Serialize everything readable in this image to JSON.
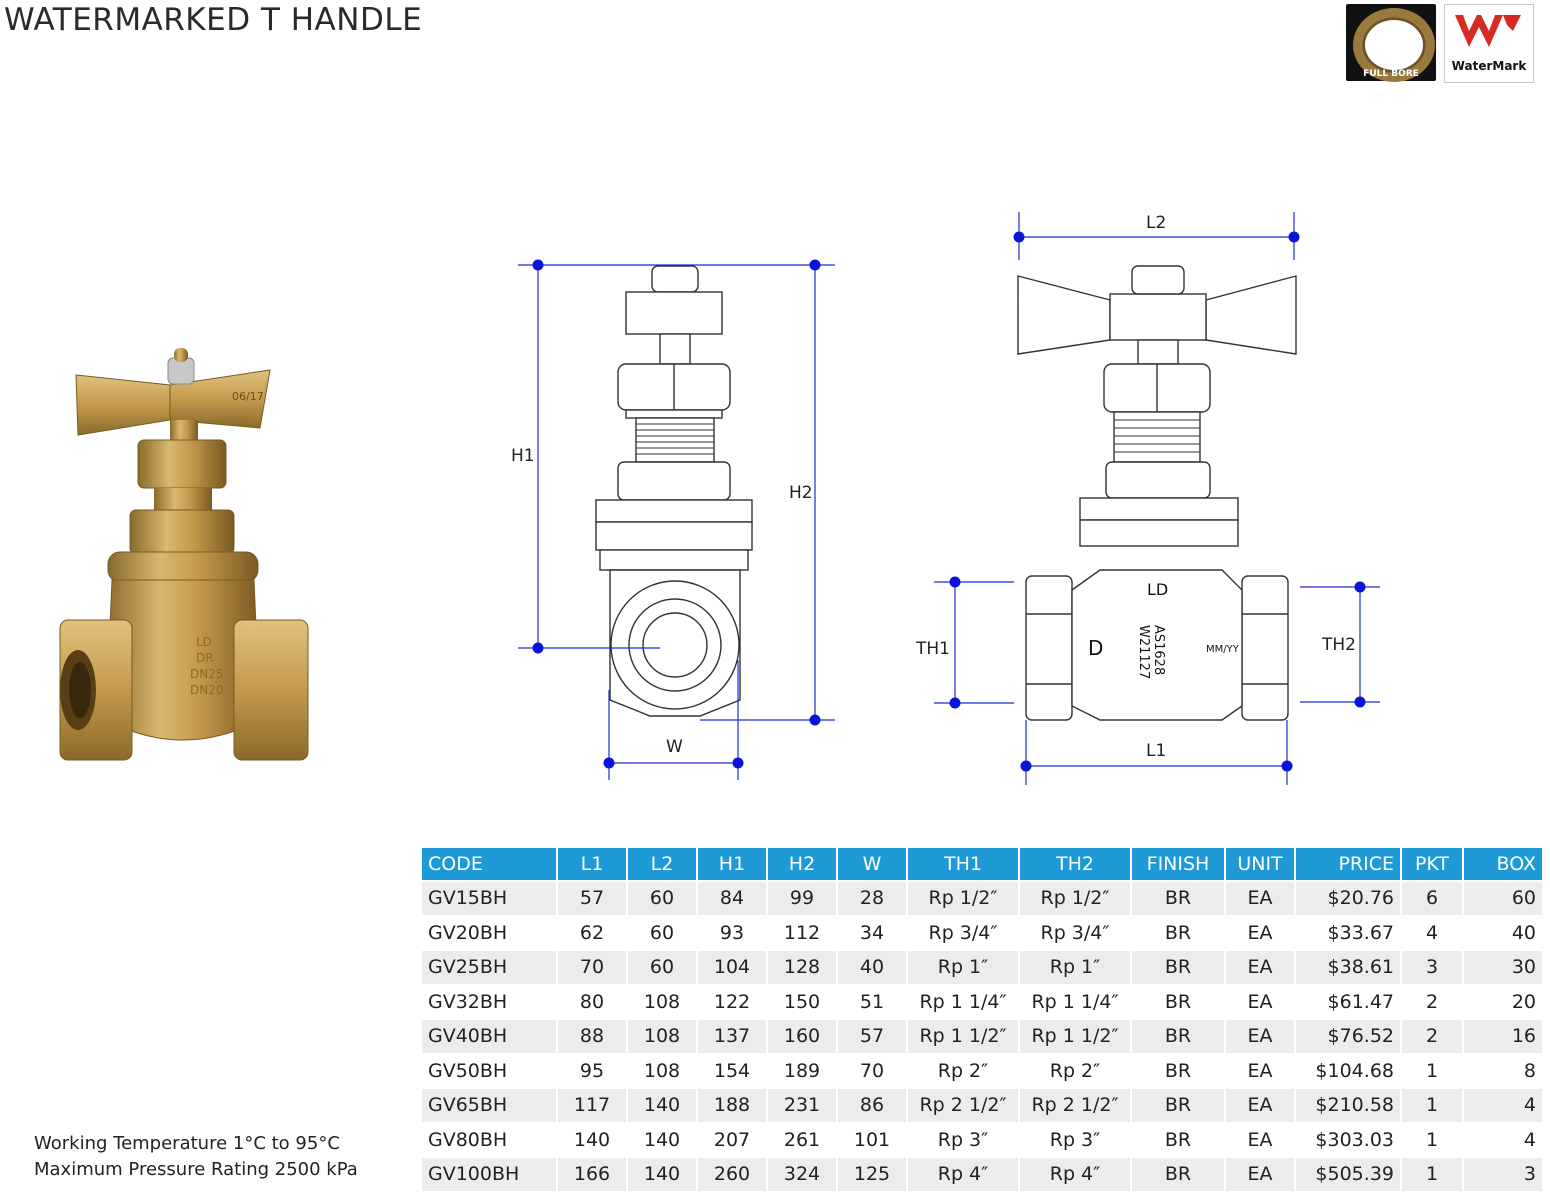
{
  "title": "WATERMARKED T HANDLE",
  "badges": {
    "full_bore": "FULL BORE",
    "watermark": "WaterMark"
  },
  "photo": {
    "handle_stamp": "06/17",
    "body_markings": [
      "LD",
      "DR",
      "DN25",
      "DN20"
    ]
  },
  "diagram": {
    "dims": {
      "h1": "H1",
      "h2": "H2",
      "w": "W",
      "l1": "L1",
      "l2": "L2",
      "th1": "TH1",
      "th2": "TH2"
    },
    "body_markings": {
      "ld": "LD",
      "d": "D",
      "std": "AS1628",
      "lic": "W21127",
      "date": "MM/YY"
    }
  },
  "specs": {
    "temperature": "Working Temperature  1°C to 95°C",
    "pressure": "Maximum Pressure Rating  2500 kPa"
  },
  "table": {
    "headers": [
      "CODE",
      "L1",
      "L2",
      "H1",
      "H2",
      "W",
      "TH1",
      "TH2",
      "FINISH",
      "UNIT",
      "PRICE",
      "PKT",
      "BOX"
    ],
    "rows": [
      [
        "GV15BH",
        "57",
        "60",
        "84",
        "99",
        "28",
        "Rp 1/2″",
        "Rp 1/2″",
        "BR",
        "EA",
        "$20.76",
        "6",
        "60"
      ],
      [
        "GV20BH",
        "62",
        "60",
        "93",
        "112",
        "34",
        "Rp 3/4″",
        "Rp 3/4″",
        "BR",
        "EA",
        "$33.67",
        "4",
        "40"
      ],
      [
        "GV25BH",
        "70",
        "60",
        "104",
        "128",
        "40",
        "Rp 1″",
        "Rp 1″",
        "BR",
        "EA",
        "$38.61",
        "3",
        "30"
      ],
      [
        "GV32BH",
        "80",
        "108",
        "122",
        "150",
        "51",
        "Rp 1 1/4″",
        "Rp 1 1/4″",
        "BR",
        "EA",
        "$61.47",
        "2",
        "20"
      ],
      [
        "GV40BH",
        "88",
        "108",
        "137",
        "160",
        "57",
        "Rp 1 1/2″",
        "Rp 1 1/2″",
        "BR",
        "EA",
        "$76.52",
        "2",
        "16"
      ],
      [
        "GV50BH",
        "95",
        "108",
        "154",
        "189",
        "70",
        "Rp 2″",
        "Rp 2″",
        "BR",
        "EA",
        "$104.68",
        "1",
        "8"
      ],
      [
        "GV65BH",
        "117",
        "140",
        "188",
        "231",
        "86",
        "Rp 2 1/2″",
        "Rp 2 1/2″",
        "BR",
        "EA",
        "$210.58",
        "1",
        "4"
      ],
      [
        "GV80BH",
        "140",
        "140",
        "207",
        "261",
        "101",
        "Rp 3″",
        "Rp 3″",
        "BR",
        "EA",
        "$303.03",
        "1",
        "4"
      ],
      [
        "GV100BH",
        "166",
        "140",
        "260",
        "324",
        "125",
        "Rp 4″",
        "Rp 4″",
        "BR",
        "EA",
        "$505.39",
        "1",
        "3"
      ]
    ]
  }
}
